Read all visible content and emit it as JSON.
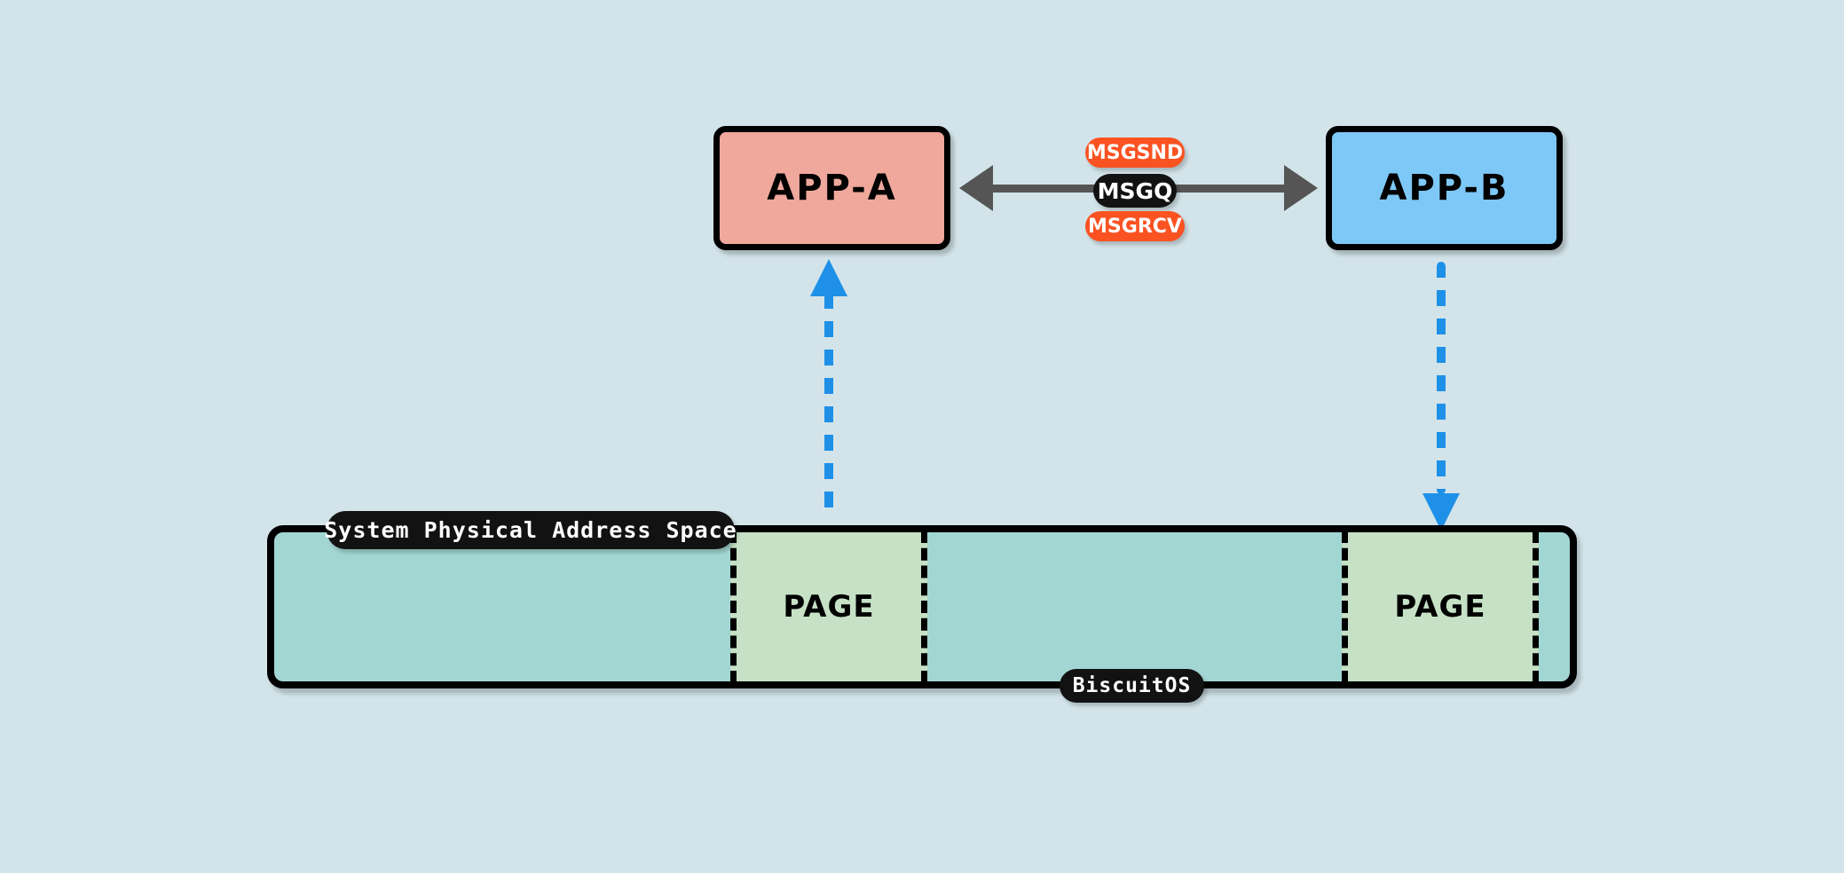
{
  "background_color": "#d2e4e9",
  "processes": [
    {
      "id": "app-a",
      "label": "APP-A",
      "color": "#f0a89c"
    },
    {
      "id": "app-b",
      "label": "APP-B",
      "color": "#7ec8f7"
    }
  ],
  "ipc": {
    "channel_label": "MSGQ",
    "send_label": "MSGSND",
    "receive_label": "MSGRCV",
    "arrow_color": "#555555",
    "badge_color": "#fb5222",
    "channel_badge_color": "#121212"
  },
  "memory": {
    "title": "System Physical Address Space",
    "footer": "BiscuitOS",
    "background_color": "#a2d6d3",
    "page_color": "#c6e1c5",
    "pages": [
      {
        "label": "PAGE"
      },
      {
        "label": "PAGE"
      }
    ]
  },
  "mappings": {
    "color": "#1e90e8",
    "app_a_to_page": "map-up-arrow",
    "app_b_to_page": "map-down-arrow"
  }
}
